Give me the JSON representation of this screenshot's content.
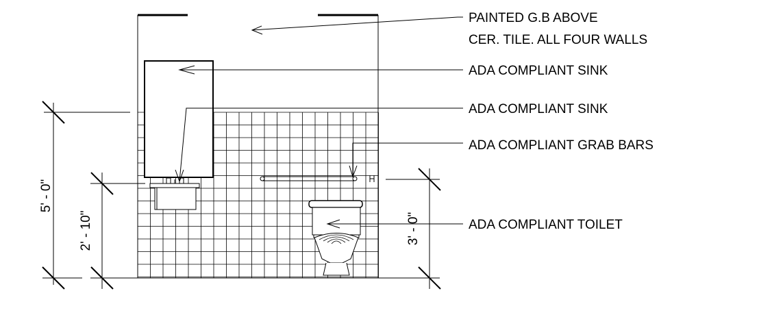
{
  "notes": {
    "painted_gb_line1": "PAINTED G.B ABOVE",
    "painted_gb_line2": "CER. TILE. ALL FOUR WALLS",
    "sink_1": "ADA COMPLIANT SINK",
    "sink_2": "ADA COMPLIANT SINK",
    "grab_bars": "ADA COMPLIANT GRAB BARS",
    "toilet": "ADA COMPLIANT TOILET"
  },
  "dimensions": {
    "tile_height": "5' - 0\"",
    "sink_height": "2' - 10\"",
    "grab_bar_height": "3' - 0\""
  }
}
